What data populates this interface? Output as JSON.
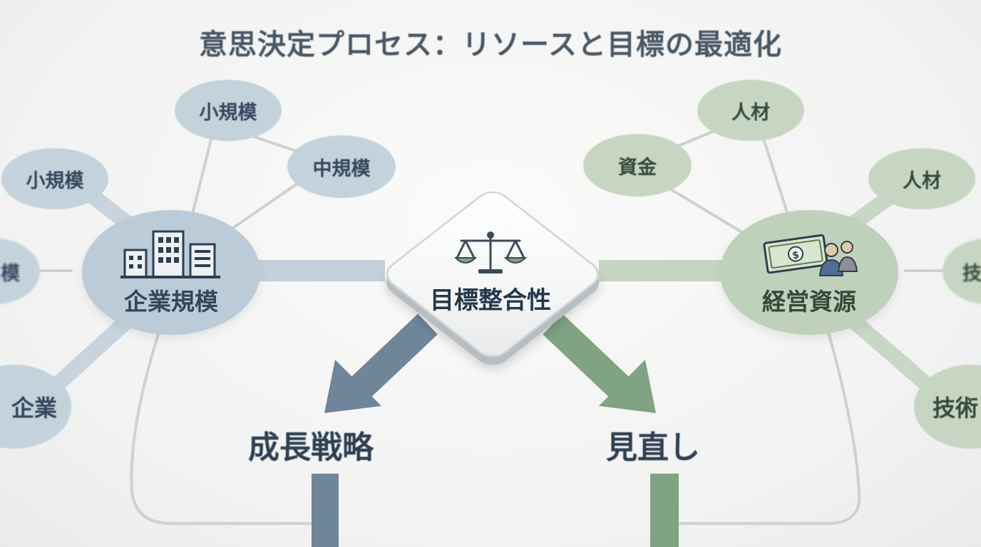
{
  "title": "意思決定プロセス：リソースと目標の最適化",
  "center": {
    "label": "目標整合性",
    "icon": "balance-scale-icon"
  },
  "left_hub": {
    "label": "企業規模",
    "icon": "buildings-icon",
    "color": "#bccbd8",
    "satellites": [
      {
        "label": "小規模"
      },
      {
        "label": "中規模"
      },
      {
        "label": "小規模"
      },
      {
        "label": "模"
      },
      {
        "label": "企業"
      }
    ]
  },
  "right_hub": {
    "label": "経営資源",
    "icon": "money-people-icon",
    "color": "#bfd1bb",
    "satellites": [
      {
        "label": "人材"
      },
      {
        "label": "資金"
      },
      {
        "label": "人材"
      },
      {
        "label": "技"
      },
      {
        "label": "技術"
      }
    ]
  },
  "outcomes": {
    "left": "成長戦略",
    "right": "見直し"
  },
  "colors": {
    "blue_arrow": "#6f8599",
    "green_arrow": "#7fa383",
    "blue_node": "#c4d2dc",
    "green_node": "#c6d6c2",
    "line": "#c9cdcf"
  }
}
